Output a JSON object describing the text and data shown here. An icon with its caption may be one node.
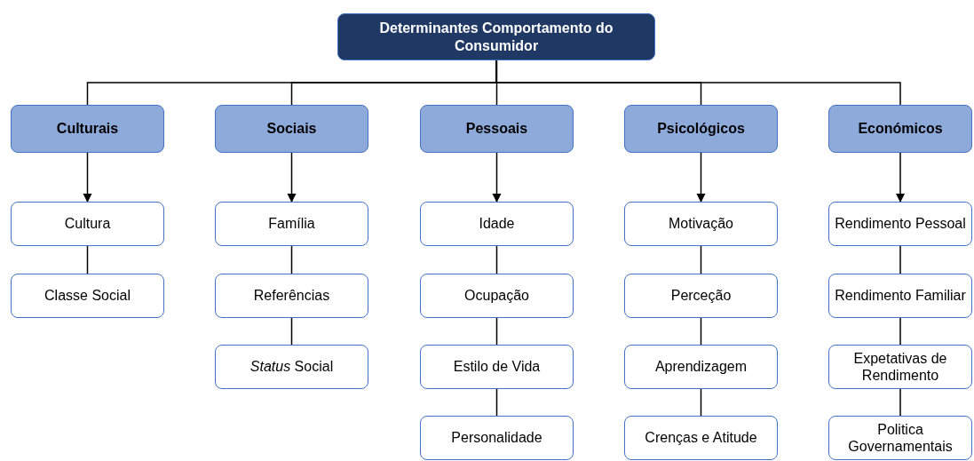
{
  "diagram": {
    "nodes": [
      {
        "text": [
          "Determinantes Comportamento do Consumidor"
        ]
      },
      {
        "text": [
          "Culturais"
        ]
      },
      {
        "text": [
          "Sociais"
        ]
      },
      {
        "text": [
          "Pessoais"
        ]
      },
      {
        "text": [
          "Psicológicos"
        ]
      },
      {
        "text": [
          "Económicos"
        ]
      },
      {
        "text": [
          "Cultura"
        ]
      },
      {
        "text": [
          "Classe Social"
        ]
      },
      {
        "text": [
          "Família"
        ]
      },
      {
        "text": [
          "Referências"
        ]
      },
      {
        "text": [
          "*Status* Social"
        ]
      },
      {
        "text": [
          "Idade"
        ]
      },
      {
        "text": [
          "Ocupação"
        ]
      },
      {
        "text": [
          "Estilo de Vida"
        ]
      },
      {
        "text": [
          "Personalidade"
        ]
      },
      {
        "text": [
          "Motivação"
        ]
      },
      {
        "text": [
          "Perceção"
        ]
      },
      {
        "text": [
          "Aprendizagem"
        ]
      },
      {
        "text": [
          "Crenças e Atitude"
        ]
      },
      {
        "text": [
          "Rendimento Pessoal"
        ]
      },
      {
        "text": [
          "Rendimento Familiar"
        ]
      },
      {
        "text": [
          "Expetativas de Rendimento"
        ]
      },
      {
        "text": [
          "Politica Governamentais"
        ]
      }
    ],
    "edges": [
      {
        "from": 0,
        "to": 1,
        "arrow": "none"
      },
      {
        "from": 0,
        "to": 2,
        "arrow": "none"
      },
      {
        "from": 0,
        "to": 3,
        "arrow": "none"
      },
      {
        "from": 0,
        "to": 4,
        "arrow": "none"
      },
      {
        "from": 0,
        "to": 5,
        "arrow": "none"
      },
      {
        "from": 1,
        "to": 6,
        "arrow": "to"
      },
      {
        "from": 6,
        "to": 7,
        "arrow": "none"
      },
      {
        "from": 2,
        "to": 8,
        "arrow": "to"
      },
      {
        "from": 8,
        "to": 9,
        "arrow": "none"
      },
      {
        "from": 9,
        "to": 10,
        "arrow": "none"
      },
      {
        "from": 3,
        "to": 11,
        "arrow": "to"
      },
      {
        "from": 11,
        "to": 12,
        "arrow": "none"
      },
      {
        "from": 12,
        "to": 13,
        "arrow": "none"
      },
      {
        "from": 13,
        "to": 14,
        "arrow": "none"
      },
      {
        "from": 4,
        "to": 15,
        "arrow": "to"
      },
      {
        "from": 15,
        "to": 16,
        "arrow": "none"
      },
      {
        "from": 16,
        "to": 17,
        "arrow": "none"
      },
      {
        "from": 17,
        "to": 18,
        "arrow": "none"
      },
      {
        "from": 5,
        "to": 19,
        "arrow": "to"
      },
      {
        "from": 19,
        "to": 20,
        "arrow": "none"
      },
      {
        "from": 20,
        "to": 21,
        "arrow": "none"
      },
      {
        "from": 21,
        "to": 22,
        "arrow": "none"
      }
    ]
  }
}
